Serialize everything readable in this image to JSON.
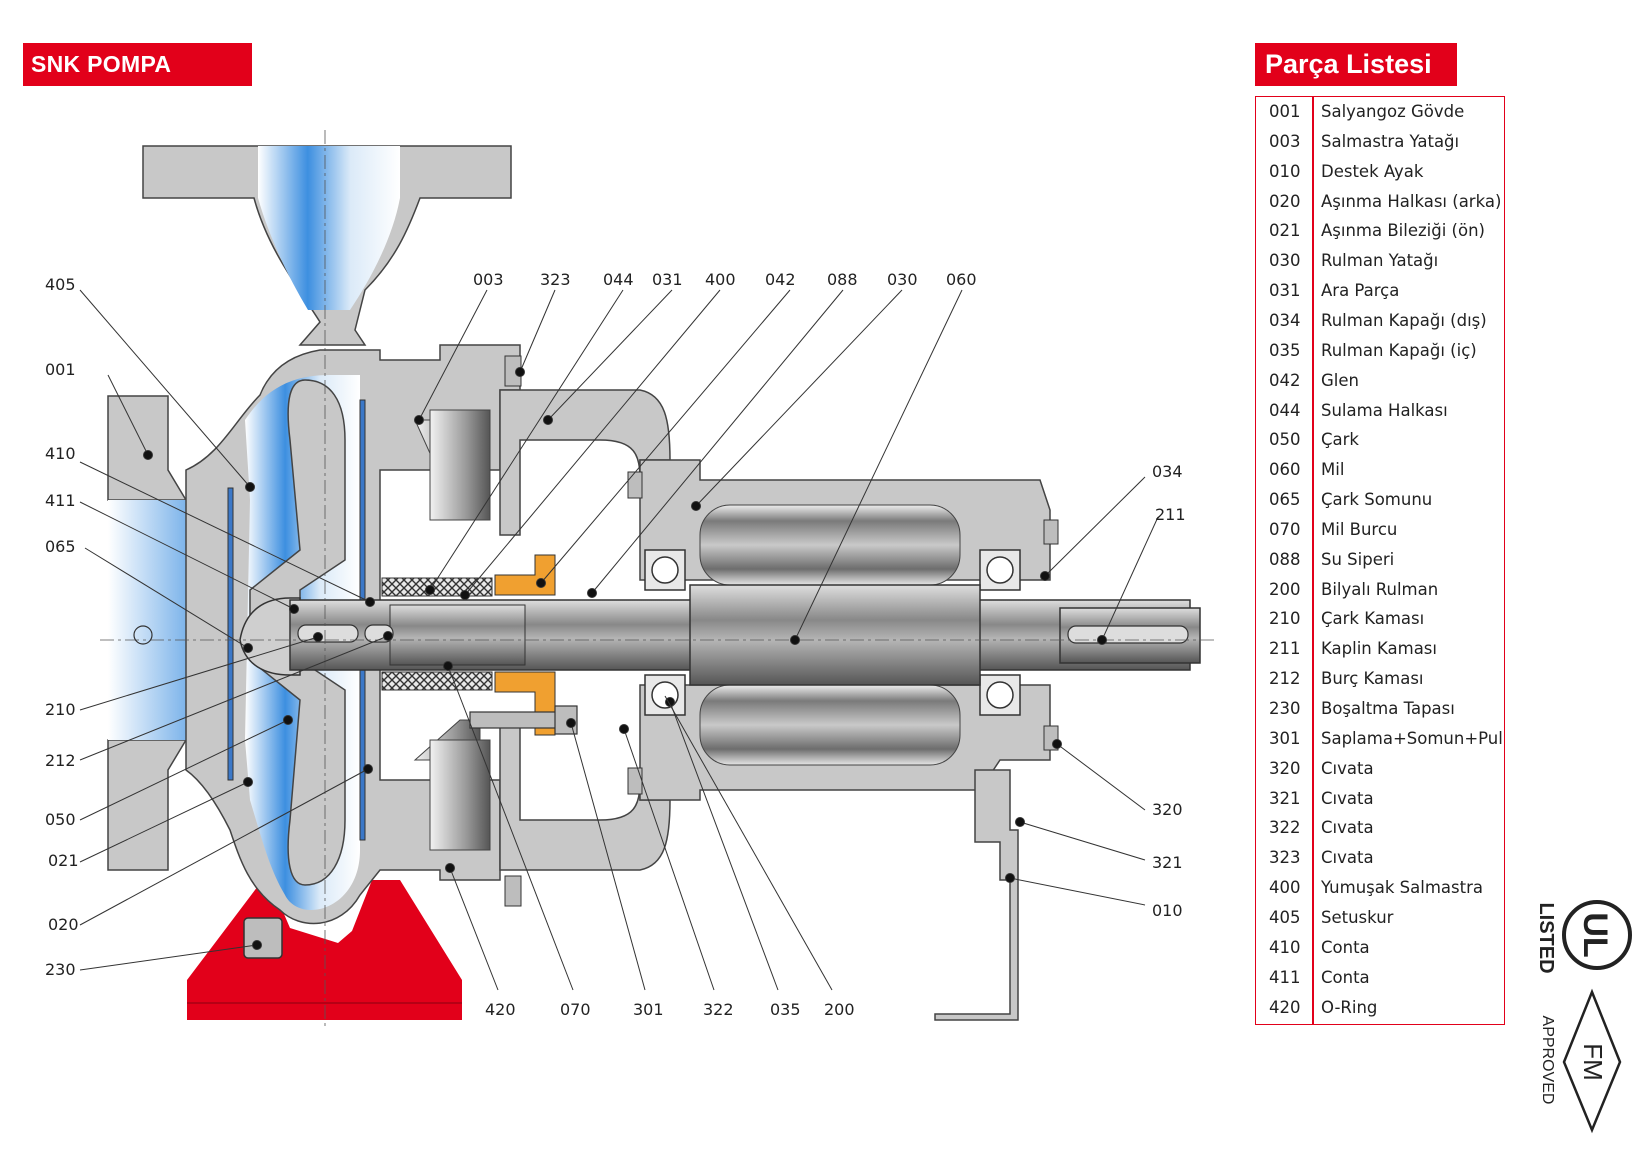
{
  "diagram_title": "SNK POMPA KESİTİ",
  "parts_list": {
    "title": "Parça Listesi",
    "items": [
      {
        "code": "001",
        "name": "Salyangoz Gövde"
      },
      {
        "code": "003",
        "name": "Salmastra Yatağı"
      },
      {
        "code": "010",
        "name": "Destek Ayak"
      },
      {
        "code": "020",
        "name": "Aşınma Halkası (arka)"
      },
      {
        "code": "021",
        "name": "Aşınma Bileziği (ön)"
      },
      {
        "code": "030",
        "name": "Rulman Yatağı"
      },
      {
        "code": "031",
        "name": "Ara Parça"
      },
      {
        "code": "034",
        "name": "Rulman Kapağı (dış)"
      },
      {
        "code": "035",
        "name": "Rulman Kapağı (iç)"
      },
      {
        "code": "042",
        "name": "Glen"
      },
      {
        "code": "044",
        "name": "Sulama Halkası"
      },
      {
        "code": "050",
        "name": "Çark"
      },
      {
        "code": "060",
        "name": "Mil"
      },
      {
        "code": "065",
        "name": "Çark Somunu"
      },
      {
        "code": "070",
        "name": "Mil Burcu"
      },
      {
        "code": "088",
        "name": "Su Siperi"
      },
      {
        "code": "200",
        "name": "Bilyalı Rulman"
      },
      {
        "code": "210",
        "name": "Çark Kaması"
      },
      {
        "code": "211",
        "name": "Kaplin Kaması"
      },
      {
        "code": "212",
        "name": "Burç Kaması"
      },
      {
        "code": "230",
        "name": "Boşaltma Tapası"
      },
      {
        "code": "301",
        "name": "Saplama+Somun+Pul"
      },
      {
        "code": "320",
        "name": "Cıvata"
      },
      {
        "code": "321",
        "name": "Cıvata"
      },
      {
        "code": "322",
        "name": "Cıvata"
      },
      {
        "code": "323",
        "name": "Cıvata"
      },
      {
        "code": "400",
        "name": "Yumuşak Salmastra"
      },
      {
        "code": "405",
        "name": "Setuskur"
      },
      {
        "code": "410",
        "name": "Conta"
      },
      {
        "code": "411",
        "name": "Conta"
      },
      {
        "code": "420",
        "name": "O-Ring"
      }
    ]
  },
  "callouts": {
    "top": [
      "003",
      "323",
      "044",
      "031",
      "400",
      "042",
      "088",
      "030",
      "060"
    ],
    "left": [
      "405",
      "001",
      "410",
      "411",
      "065",
      "210",
      "212",
      "050",
      "021",
      "020",
      "230"
    ],
    "right": [
      "034",
      "211",
      "320",
      "321",
      "010"
    ],
    "bottom": [
      "420",
      "070",
      "301",
      "322",
      "035",
      "200"
    ]
  },
  "certifications": {
    "ul_mark": "UL",
    "ul_text": "LISTED",
    "fm_mark": "FM",
    "fm_text": "APPROVED"
  },
  "colors": {
    "brand_red": "#e2001a",
    "casing_gray": "#c8c8c8",
    "water_blue": "#5aa0e0",
    "shaft_gray": "#8a8a8a",
    "gland_orange": "#f0a030"
  }
}
